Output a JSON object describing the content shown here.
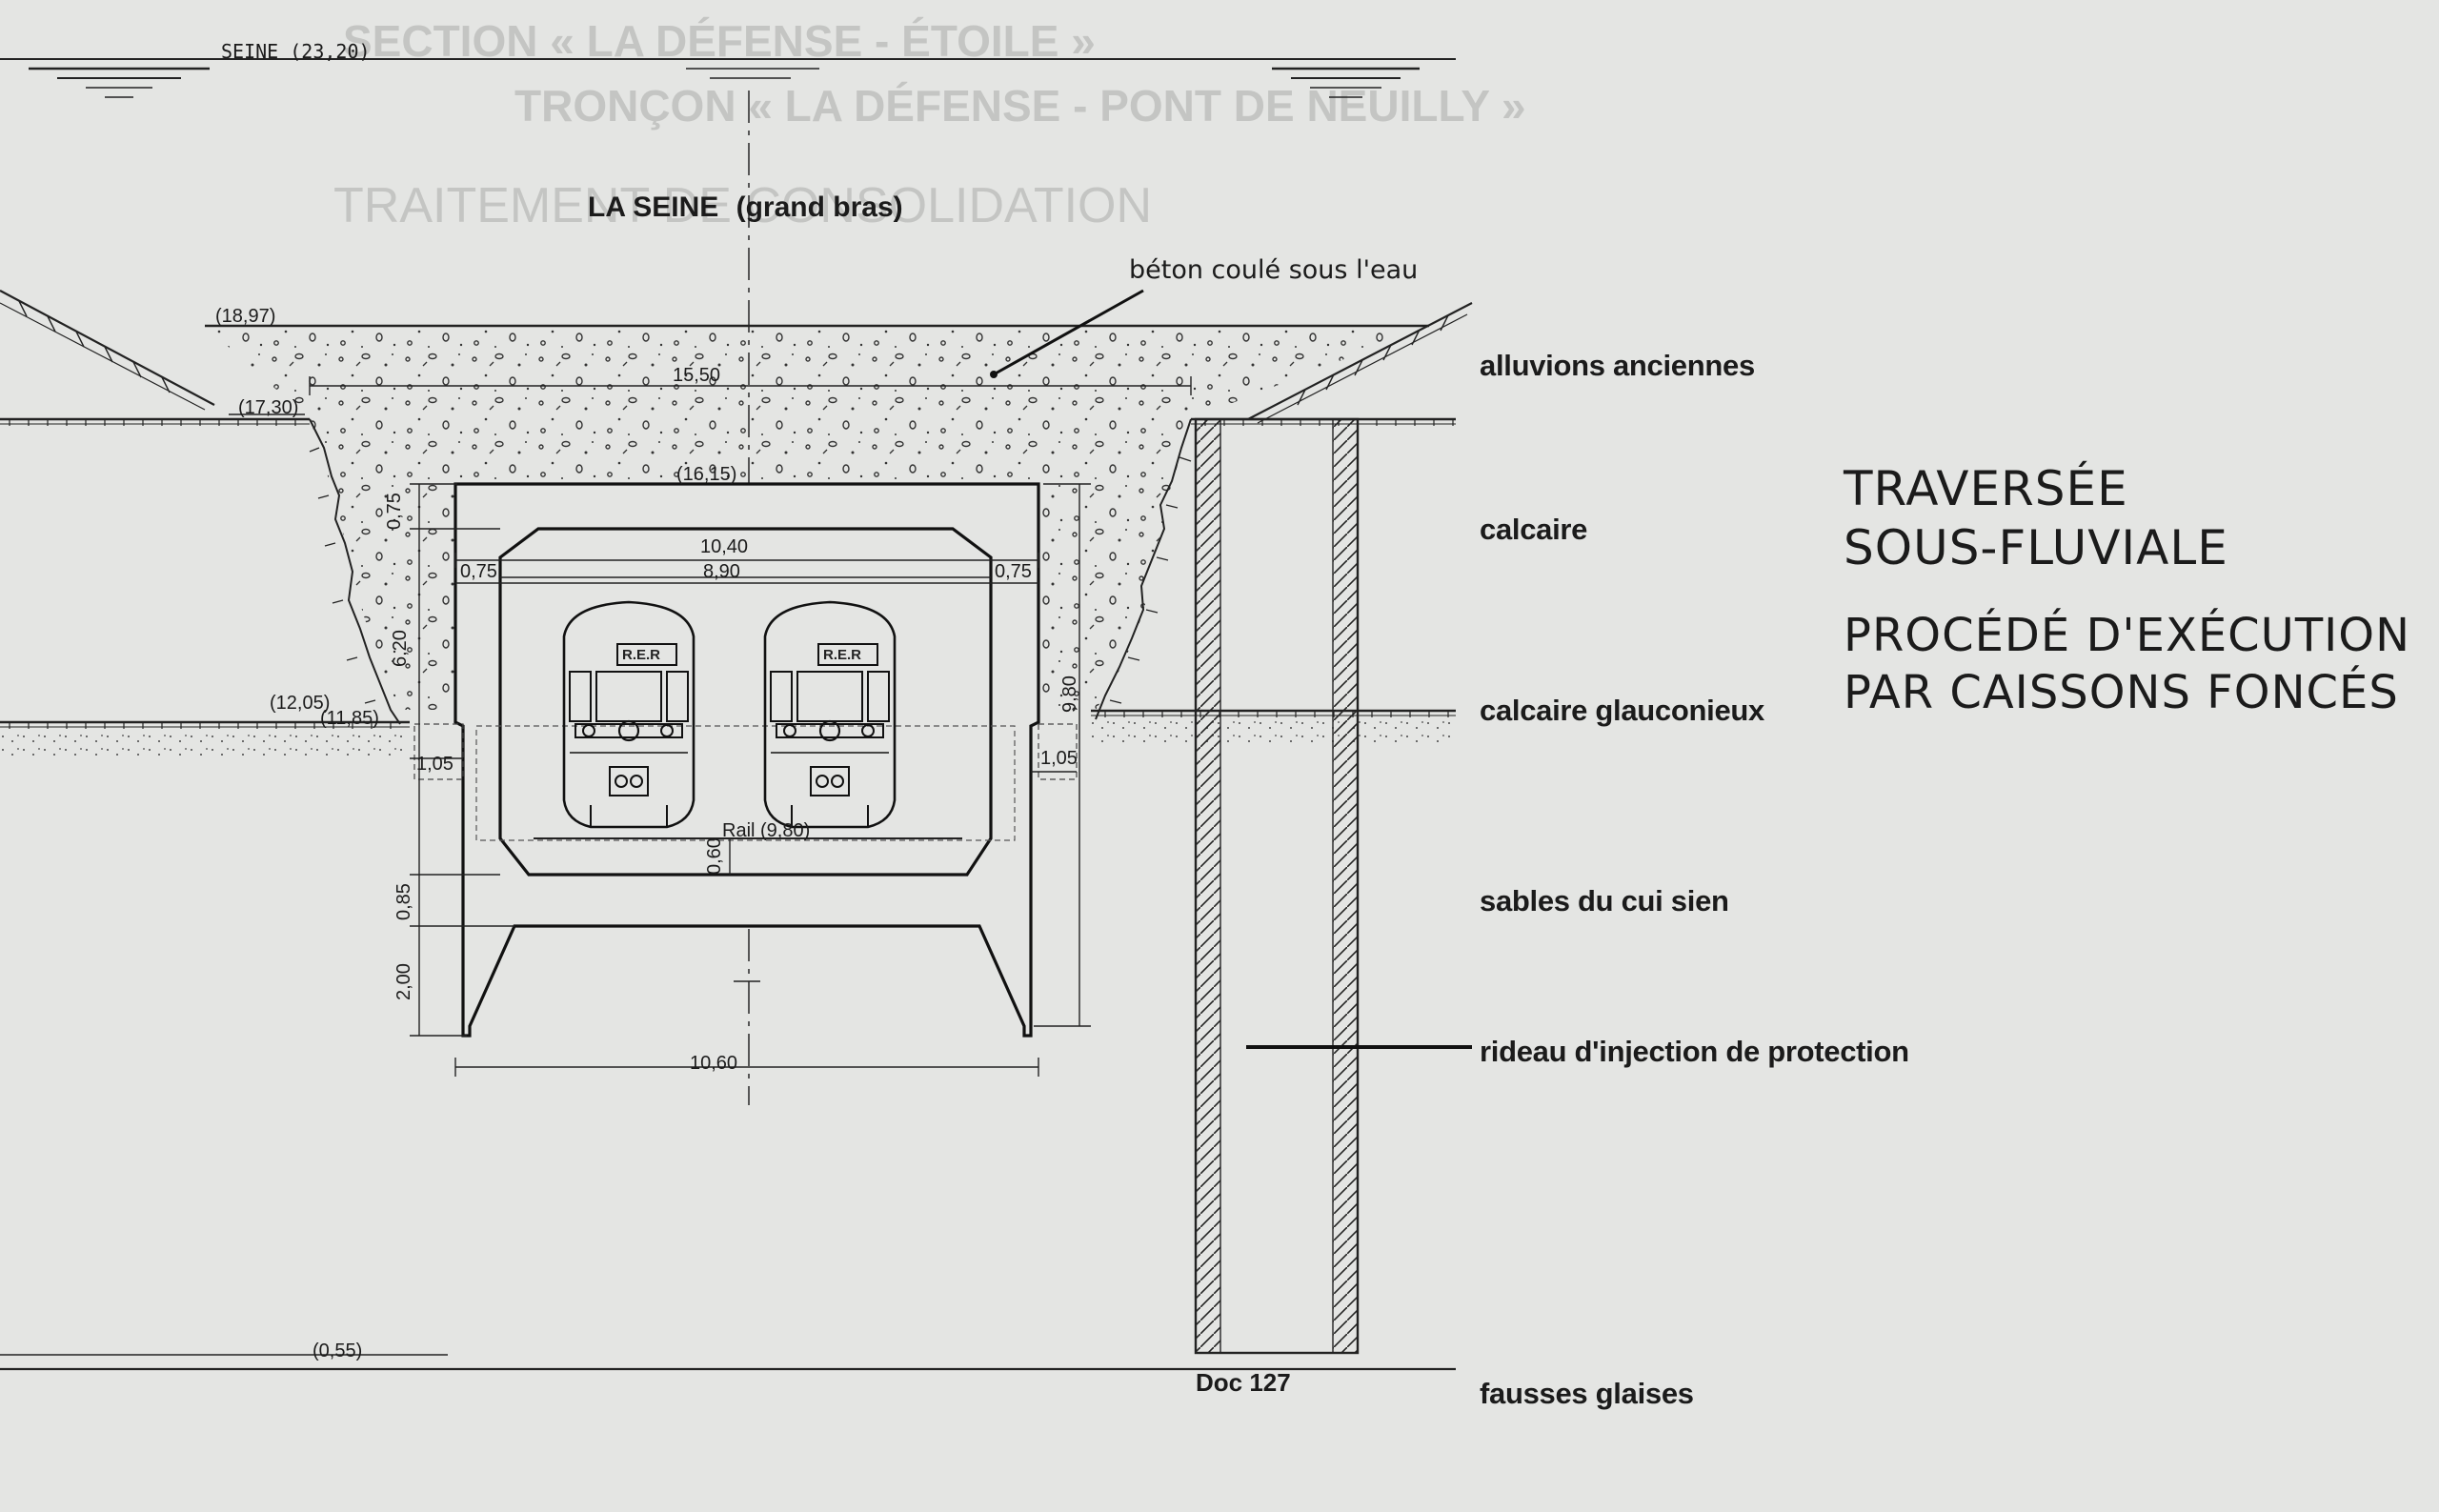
{
  "river": {
    "name_label": "SEINE",
    "name_level": "(23,20)",
    "title_bold": "LA SEINE",
    "title_paren": "(grand bras)",
    "concrete_label": "béton coulé sous l'eau"
  },
  "layers": [
    {
      "id": "alluvions",
      "label": "alluvions anciennes"
    },
    {
      "id": "calcaire",
      "label": "calcaire"
    },
    {
      "id": "glauconieux",
      "label": "calcaire glauconieux"
    },
    {
      "id": "sables",
      "label": "sables du cui sien"
    },
    {
      "id": "rideau",
      "label": "rideau d'injection de protection"
    },
    {
      "id": "glaises",
      "label": "fausses glaises"
    }
  ],
  "title": {
    "line1": "TRAVERSÉE",
    "line2": "SOUS-FLUVIALE",
    "line3": "PROCÉDÉ D'EXÉCUTION",
    "line4": "PAR CAISSONS FONCÉS"
  },
  "dimensions": {
    "riverbed_level": "(18,97)",
    "bank_level": "(17,30)",
    "trench_width": "15,50",
    "caisson_top_level": "(16,15)",
    "top_slab": "0,75",
    "outer_width": "10,40",
    "inner_width": "8,90",
    "wall_left": "0,75",
    "wall_right": "0,75",
    "inner_height": "6,20",
    "total_height": "9,80",
    "left_level_upper": "(12,05)",
    "left_level_lower": "(11,85)",
    "base_left": "1,05",
    "base_right": "1,05",
    "rail": "Rail (9,80)",
    "rail_offset": "0,60",
    "skirt_top": "0,85",
    "skirt_height": "2,00",
    "base_width": "10,60",
    "bottom_level": "(0,55)"
  },
  "train_badge": "R.E.R",
  "doc_ref": "Doc 127"
}
